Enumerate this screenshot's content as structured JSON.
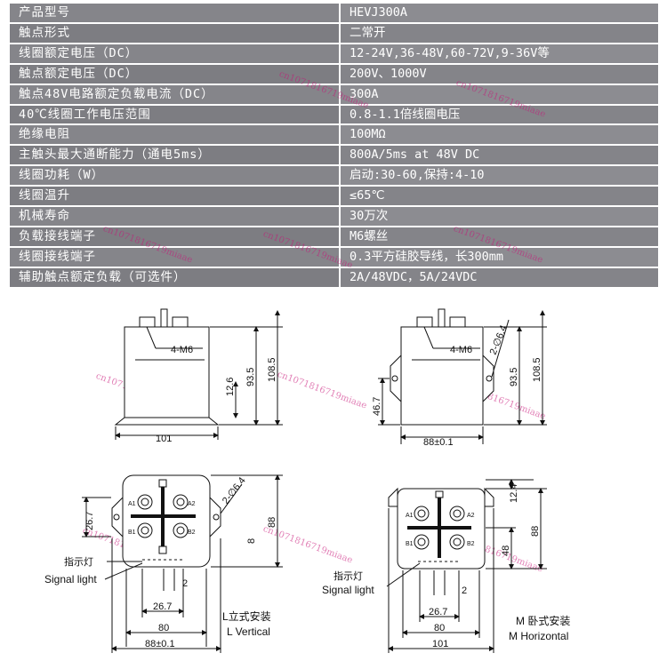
{
  "spec_table": {
    "rows": [
      {
        "label": "产品型号",
        "value": "HEVJ300A"
      },
      {
        "label": "触点形式",
        "value": "二常开"
      },
      {
        "label": "线圈额定电压（DC）",
        "value": "12-24V,36-48V,60-72V,9-36V等"
      },
      {
        "label": "触点额定电压（DC）",
        "value": "200V、1000V"
      },
      {
        "label": "触点48V电路额定负载电流（DC）",
        "value": "300A"
      },
      {
        "label": "40℃线圈工作电压范围",
        "value": "0.8-1.1倍线圈电压"
      },
      {
        "label": "绝缘电阻",
        "value": "100MΩ"
      },
      {
        "label": "主触头最大通断能力（通电5ms）",
        "value": "800A/5ms at 48V DC"
      },
      {
        "label": "线圈功耗（W）",
        "value": "启动:30-60,保持:4-10"
      },
      {
        "label": "线圈温升",
        "value": "≤65℃"
      },
      {
        "label": "机械寿命",
        "value": "30万次"
      },
      {
        "label": "负载接线端子",
        "value": "M6螺丝"
      },
      {
        "label": "线圈接线端子",
        "value": "0.3平方硅胶导线，长300mm"
      },
      {
        "label": "辅助触点额定负载（可选件）",
        "value": "2A/48VDC，5A/24VDC"
      }
    ]
  },
  "watermark_text": "cn1071816719miaae",
  "drawing": {
    "front_vertical": {
      "dim_thread": "4-M6",
      "dim_h1": "12.6",
      "dim_h2": "93.5",
      "dim_h3": "108.5",
      "dim_w": "101"
    },
    "front_horizontal": {
      "dim_thread": "4-M6",
      "dim_hole": "2-∅6.4",
      "dim_h0": "46.7",
      "dim_h2": "93.5",
      "dim_h3": "108.5",
      "dim_w": "88±0.1"
    },
    "top_vertical": {
      "dim_hole": "2-∅6.4",
      "dim_left": "26.7",
      "dim_h": "88",
      "dim_small": "8",
      "dim_two": "2",
      "dim_span": "26.7",
      "dim_w1": "80",
      "dim_w2": "88±0.1",
      "terminals": [
        "A1",
        "A2",
        "B1",
        "B2"
      ],
      "signal_cn": "指示灯",
      "signal_en": "Signal light",
      "mount_cn": "L立式安装",
      "mount_en": "L Vertical"
    },
    "top_horizontal": {
      "dim_top": "12.4",
      "dim_h": "88",
      "dim_48": "48",
      "dim_two": "2",
      "dim_span": "26.7",
      "dim_w1": "80",
      "dim_w2": "101",
      "terminals": [
        "A1",
        "A2",
        "B1",
        "B2"
      ],
      "signal_cn": "指示灯",
      "signal_en": "Signal light",
      "mount_cn": "M 卧式安装",
      "mount_en": "M Horizontal"
    }
  }
}
